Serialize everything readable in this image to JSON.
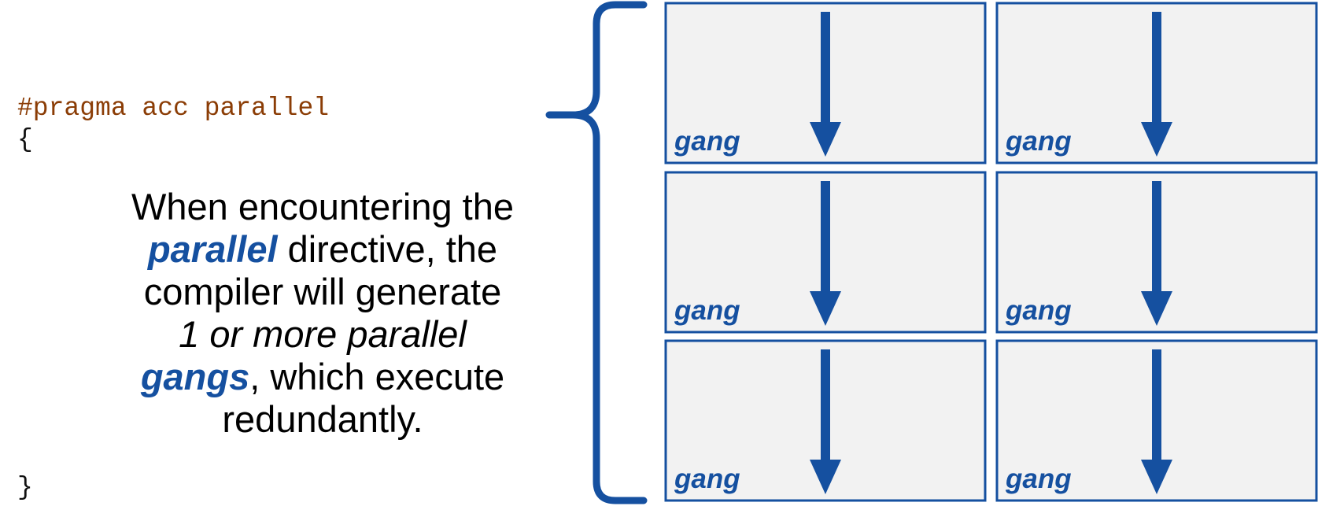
{
  "code": {
    "pragma": "#pragma acc parallel",
    "open_brace": "{",
    "close_brace": "}"
  },
  "description": {
    "part1": "When encountering the",
    "keyword": "parallel",
    "part2": " directive, the compiler will generate",
    "italic_phrase": "1 or more parallel",
    "gangs_word": "gangs",
    "part3": ", which execute redundantly."
  },
  "gangs": [
    {
      "label": "gang"
    },
    {
      "label": "gang"
    },
    {
      "label": "gang"
    },
    {
      "label": "gang"
    },
    {
      "label": "gang"
    },
    {
      "label": "gang"
    }
  ],
  "colors": {
    "accent": "#1550a0",
    "pragma": "#8b3d06",
    "box_fill": "#f2f2f2"
  },
  "icons": {
    "gang_arrow": "down-arrow-icon",
    "bracket": "curly-brace-icon"
  }
}
